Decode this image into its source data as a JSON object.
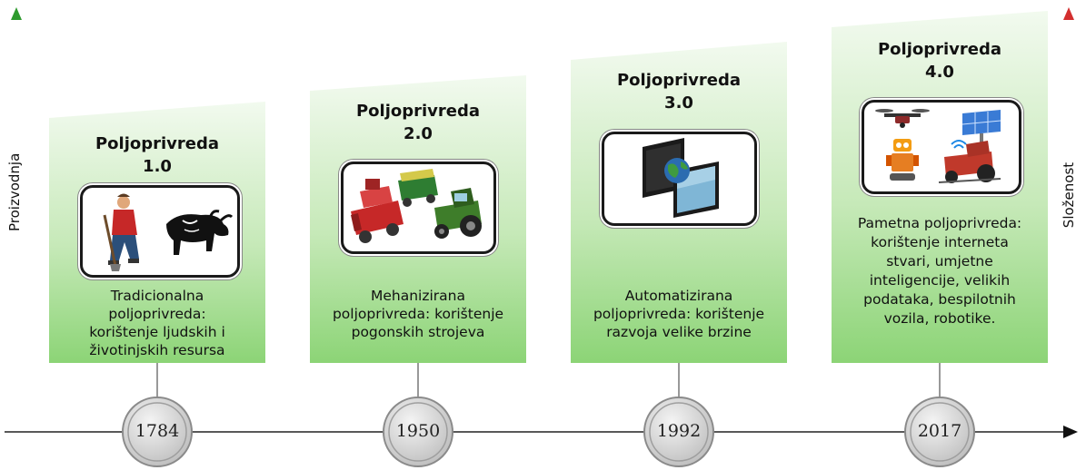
{
  "axes": {
    "left_label": "Proizvodnja",
    "right_label": "Složenost",
    "left_color": "#3a9b3a",
    "right_color": "#d32f2f"
  },
  "eras": [
    {
      "title_line1": "Poljoprivreda",
      "title_line2": "1.0",
      "description": [
        "Tradicionalna",
        "poljoprivreda:",
        "korištenje ljudskih i",
        "životinjskih resursa"
      ],
      "year": "1784",
      "icons": [
        "farmer-icon",
        "bull-icon"
      ]
    },
    {
      "title_line1": "Poljoprivreda",
      "title_line2": "2.0",
      "description": [
        "Mehanizirana",
        "poljoprivreda: korištenje",
        "pogonskih strojeva"
      ],
      "year": "1950",
      "icons": [
        "harvester-icon",
        "tractor-icon"
      ]
    },
    {
      "title_line1": "Poljoprivreda",
      "title_line2": "3.0",
      "description": [
        "Automatizirana",
        "poljoprivreda: korištenje",
        "razvoja velike brzine"
      ],
      "year": "1992",
      "icons": [
        "computer-monitors-icon",
        "globe-icon"
      ]
    },
    {
      "title_line1": "Poljoprivreda",
      "title_line2": "4.0",
      "description": [
        "Pametna poljoprivreda:",
        "korištenje interneta",
        "stvari, umjetne",
        "inteligencije, velikih",
        "podataka, bespilotnih",
        "vozila, robotike."
      ],
      "year": "2017",
      "icons": [
        "drone-icon",
        "solar-panel-icon",
        "robot-icon",
        "smart-tractor-icon"
      ]
    }
  ],
  "colors": {
    "panel_top": "#eef8ea",
    "panel_bottom": "#8fd47a"
  }
}
